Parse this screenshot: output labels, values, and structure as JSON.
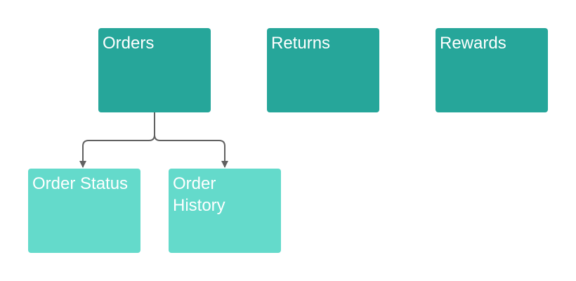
{
  "nodes": {
    "orders": {
      "label": "Orders"
    },
    "returns": {
      "label": "Returns"
    },
    "rewards": {
      "label": "Rewards"
    },
    "order_status": {
      "label": "Order Status"
    },
    "order_history": {
      "label": "Order History"
    }
  },
  "edges": [
    {
      "from": "orders",
      "to": "order_status"
    },
    {
      "from": "orders",
      "to": "order_history"
    }
  ],
  "colors": {
    "top_level_box": "#26a69a",
    "child_box": "#64dacb",
    "text": "#ffffff",
    "connector": "#616161"
  }
}
